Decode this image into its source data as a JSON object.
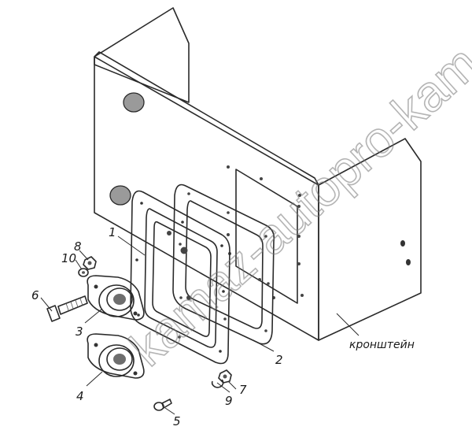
{
  "diagram": {
    "callouts": [
      {
        "id": "1",
        "label": "1"
      },
      {
        "id": "2",
        "label": "2"
      },
      {
        "id": "3",
        "label": "3"
      },
      {
        "id": "4",
        "label": "4"
      },
      {
        "id": "5",
        "label": "5"
      },
      {
        "id": "6",
        "label": "6"
      },
      {
        "id": "7",
        "label": "7"
      },
      {
        "id": "8",
        "label": "8"
      },
      {
        "id": "9",
        "label": "9"
      },
      {
        "id": "10",
        "label": "10"
      }
    ],
    "bracket_caption": "кронштейн",
    "watermark": "kamaz-autopro-kam.ru"
  },
  "colors": {
    "line": "#2a2a2a",
    "paper": "#ffffff",
    "shade_light": "#d9d9d9",
    "shade_mid": "#b5b5b5",
    "shade_dark": "#8a8a8a"
  }
}
